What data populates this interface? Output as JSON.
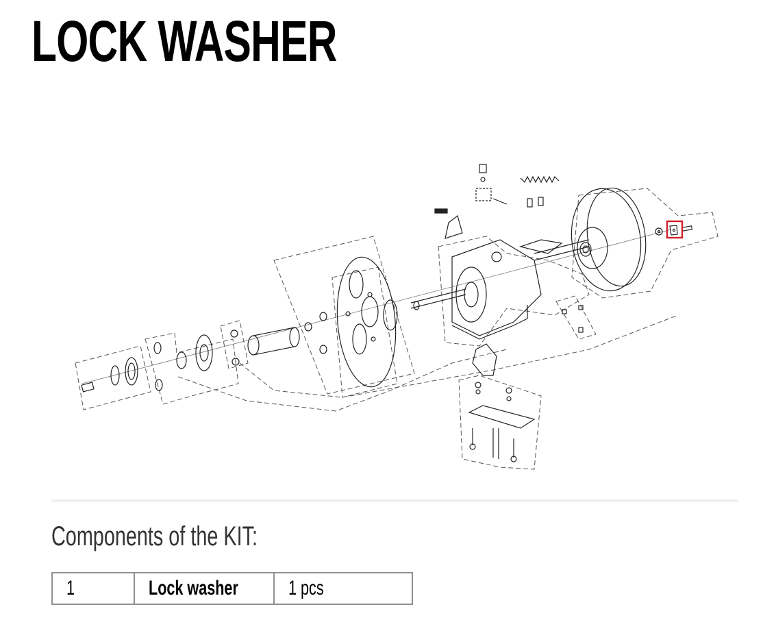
{
  "page": {
    "title": "LOCK WASHER"
  },
  "diagram": {
    "description": "Exploded assembly drawing of gearbox drive unit",
    "highlight_color": "#d0202a",
    "highlighted_part": "Lock washer"
  },
  "kit": {
    "heading": "Components of the KIT:",
    "rows": [
      {
        "number": "1",
        "name": "Lock washer",
        "quantity": "1 pcs"
      }
    ]
  }
}
